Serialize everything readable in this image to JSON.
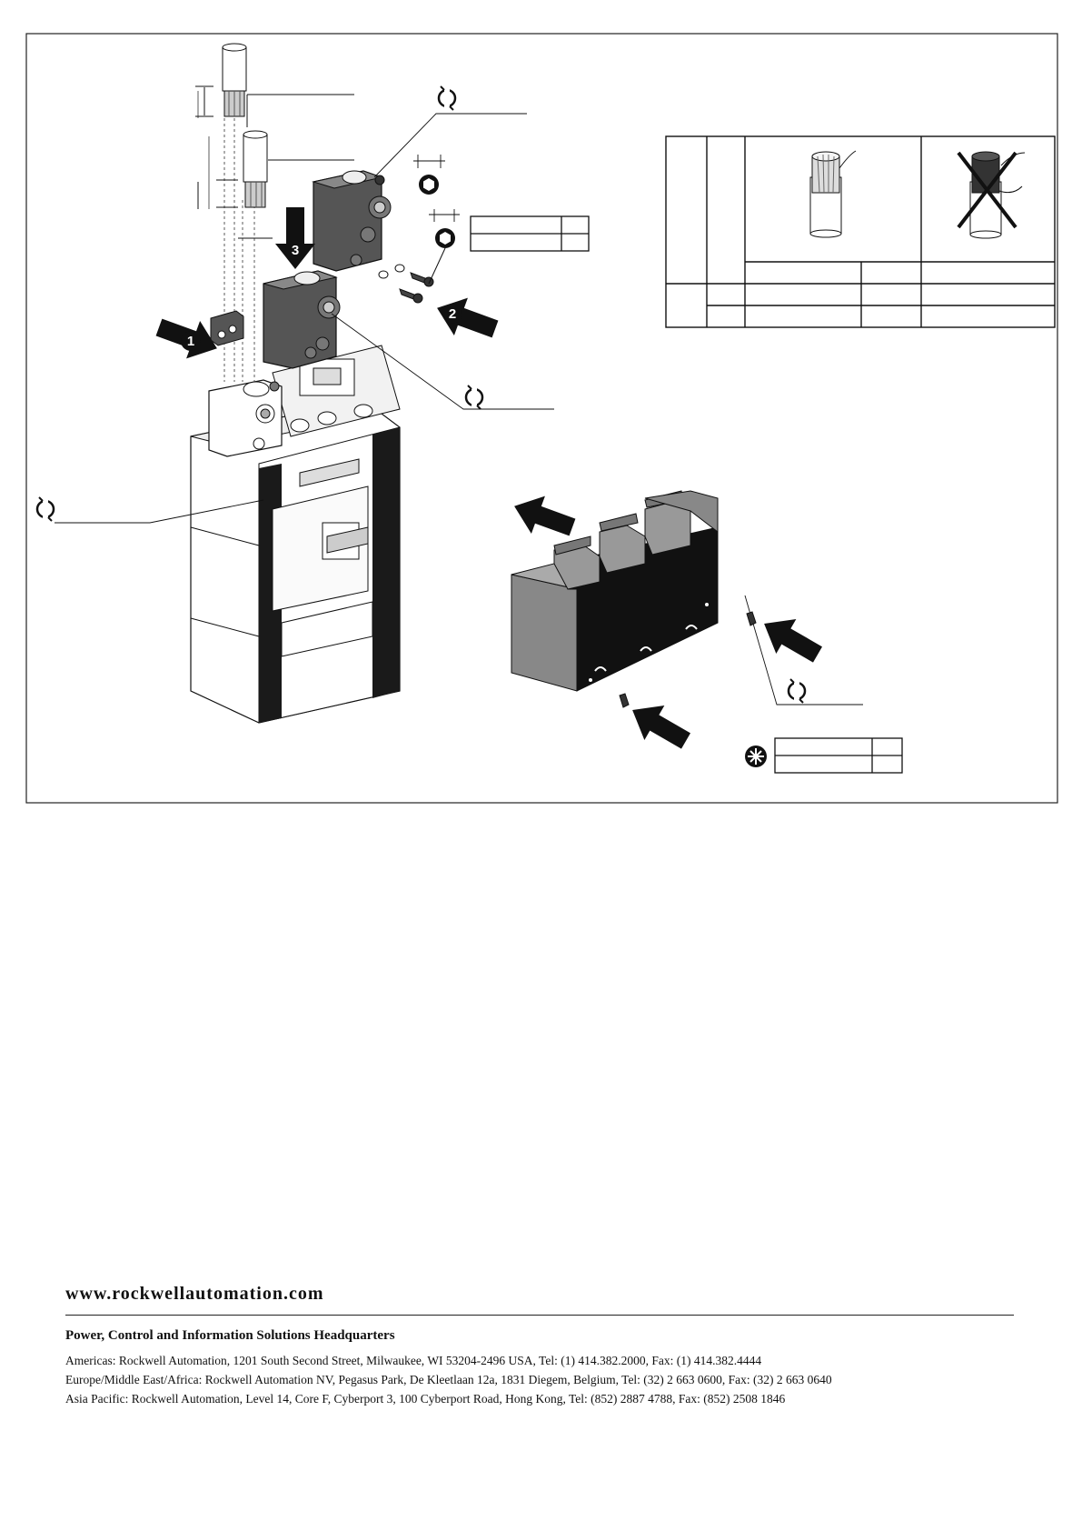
{
  "figure": {
    "step_badges": [
      "1",
      "2",
      "3"
    ]
  },
  "footer": {
    "website": "www.rockwellautomation.com",
    "heading": "Power, Control and Information Solutions Headquarters",
    "lines": [
      "Americas: Rockwell Automation, 1201 South Second Street, Milwaukee, WI 53204-2496 USA, Tel: (1) 414.382.2000, Fax: (1) 414.382.4444",
      "Europe/Middle East/Africa: Rockwell Automation NV, Pegasus Park, De Kleetlaan 12a, 1831 Diegem, Belgium, Tel: (32) 2 663 0600, Fax: (32) 2 663 0640",
      "Asia Pacific: Rockwell Automation, Level 14, Core F, Cyberport 3, 100 Cyberport Road, Hong Kong, Tel: (852) 2887 4788, Fax: (852) 2508 1846"
    ]
  }
}
